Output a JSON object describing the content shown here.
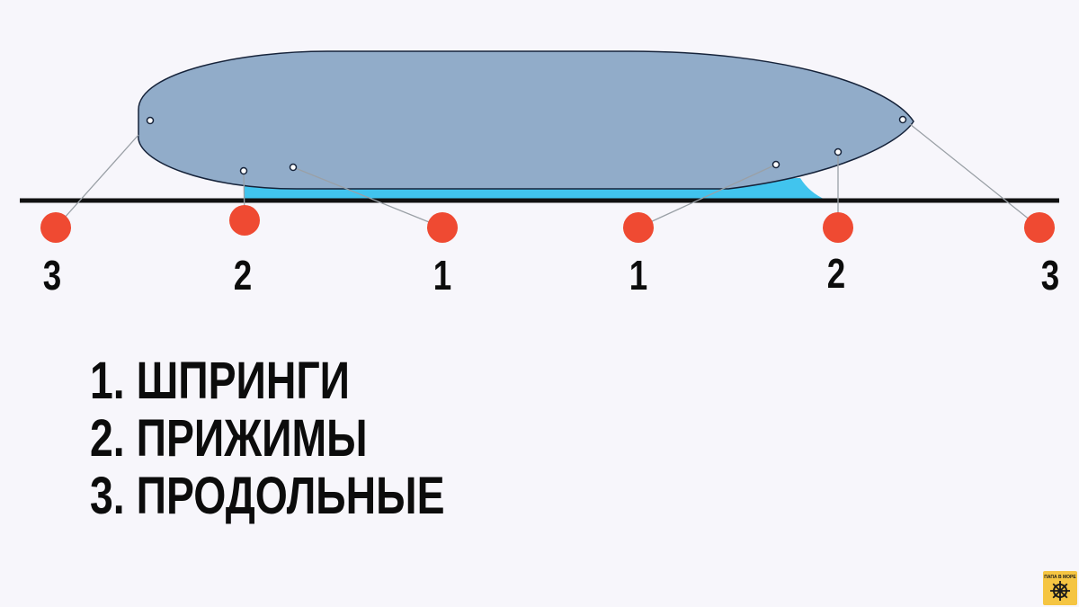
{
  "colors": {
    "hull_fill": "#91acc9",
    "hull_stroke": "#16233a",
    "water": "#41c4ee",
    "pier": "#111111",
    "bollard": "#ef4a32",
    "rope": "#9aa0a6",
    "text": "#0c0c0c",
    "background": "#f7f6fb",
    "logo_bg": "#f5c542"
  },
  "bollards": [
    {
      "label": "3",
      "type": "3"
    },
    {
      "label": "2",
      "type": "2"
    },
    {
      "label": "1",
      "type": "1"
    },
    {
      "label": "1",
      "type": "1"
    },
    {
      "label": "2",
      "type": "2"
    },
    {
      "label": "3",
      "type": "3"
    }
  ],
  "legend": [
    {
      "text": "1. ШПРИНГИ"
    },
    {
      "text": "2. ПРИЖИМЫ"
    },
    {
      "text": "3. ПРОДОЛЬНЫЕ"
    }
  ],
  "logo": {
    "icon": "ship-wheel-icon",
    "text": "ПАПА В МОРЕ"
  }
}
